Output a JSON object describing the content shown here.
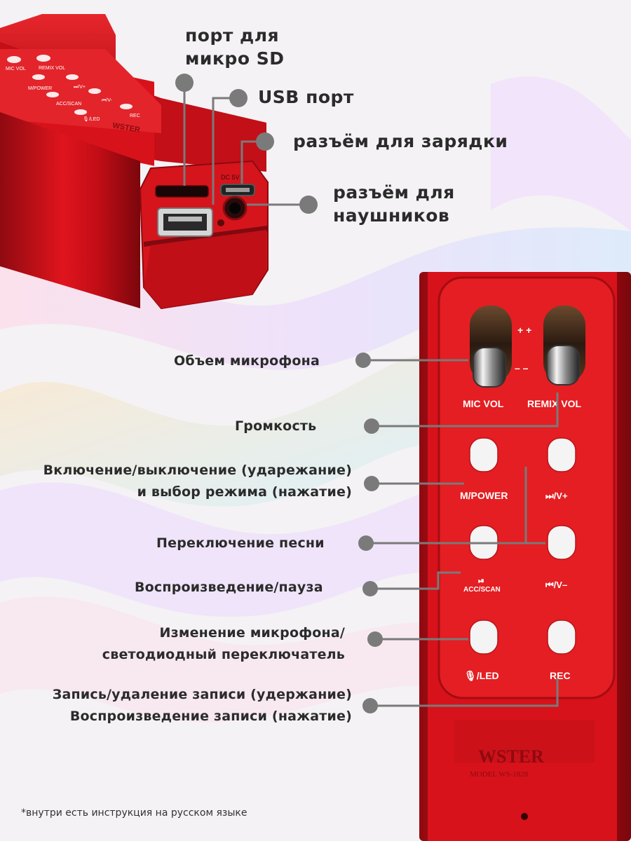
{
  "callouts_top": {
    "sd_port": "порт для\nмикро SD",
    "usb_port": "USB порт",
    "charge_port": "разъём для зарядки",
    "headphone_port": "разъём для\nнаушников"
  },
  "callouts_panel": {
    "mic_volume": "Объем микрофона",
    "volume": "Громкость",
    "power_mode": "Включение/выключение (ударежание)\nи выбор режима (нажатие)",
    "track_switch": "Переключение песни",
    "play_pause": "Воспроизведение/пауза",
    "mic_led": "Изменение микрофона/\nсветодиодный переключатель",
    "record": "Запись/удаление записи (удержание)\nВоспроизведение записи (нажатие)"
  },
  "device_labels": {
    "mic_vol": "MIC VOL",
    "remix_vol": "REMIX VOL",
    "plus": "+ +",
    "minus": "– –",
    "m_power": "M/POWER",
    "next_vol_up": "⏭/V+",
    "play_pause_icon": "⏯",
    "acc_scan": "ACC/SCAN",
    "prev_vol_down": "⏮/V–",
    "mic_led": "🎙/LED",
    "rec": "REC",
    "brand": "WSTER",
    "model": "MODEL WS-1828"
  },
  "footnote": "*внутри есть инструкция на русском языке",
  "colors": {
    "device_red": "#d4101a",
    "panel_red": "#e41e22",
    "callout_gray": "#7a7a7a",
    "text": "#2b2b2b"
  }
}
